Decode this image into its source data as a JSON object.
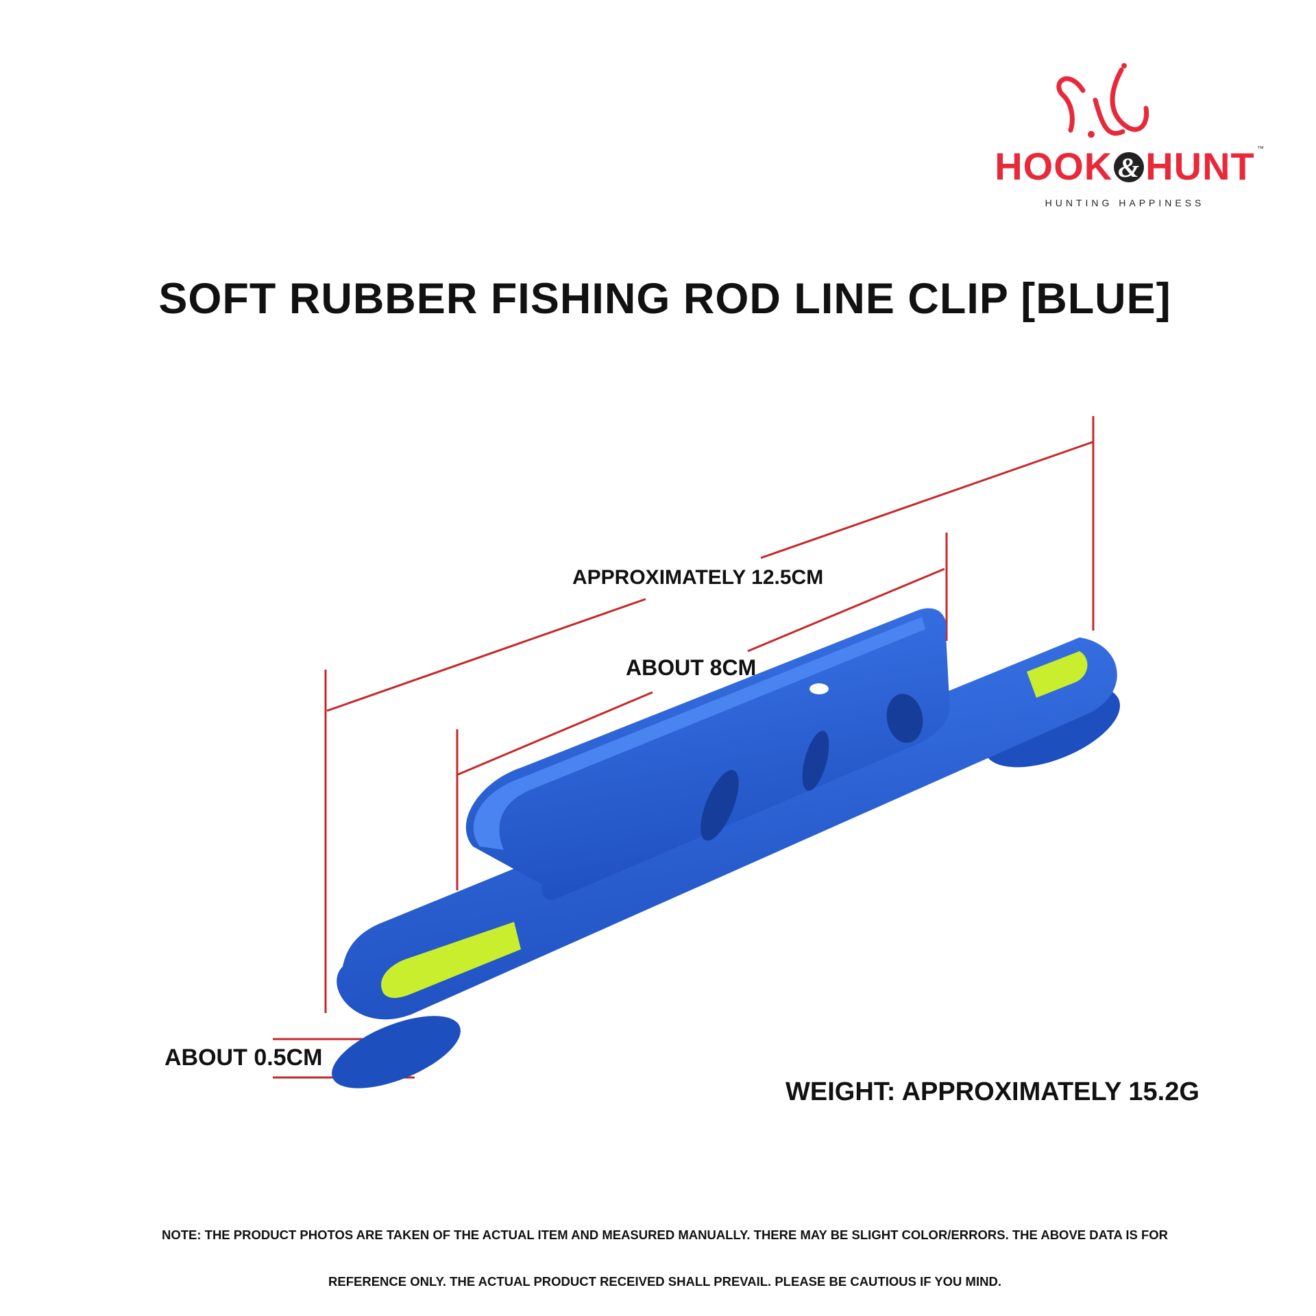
{
  "brand": {
    "word_left": "HOOK",
    "ampersand": "&",
    "word_right": "HUNT",
    "trademark": "™",
    "tagline": "HUNTING HAPPINESS",
    "color": "#e8293a"
  },
  "title": "SOFT RUBBER FISHING ROD LINE CLIP [BLUE]",
  "product": {
    "color": "#2a62d6",
    "insert_color": "#c8ee2e"
  },
  "measurements": {
    "total_length": "APPROXIMATELY 12.5CM",
    "clip_length": "ABOUT 8CM",
    "thickness": "ABOUT 0.5CM",
    "weight": "WEIGHT: APPROXIMATELY 15.2G",
    "line_color": "#c62828"
  },
  "note": "NOTE: THE PRODUCT PHOTOS ARE TAKEN OF THE ACTUAL ITEM AND MEASURED MANUALLY. THERE MAY BE SLIGHT COLOR/ERRORS. THE ABOVE DATA IS FOR REFERENCE ONLY. THE ACTUAL PRODUCT RECEIVED SHALL PREVAIL. PLEASE BE CAUTIOUS IF YOU MIND."
}
